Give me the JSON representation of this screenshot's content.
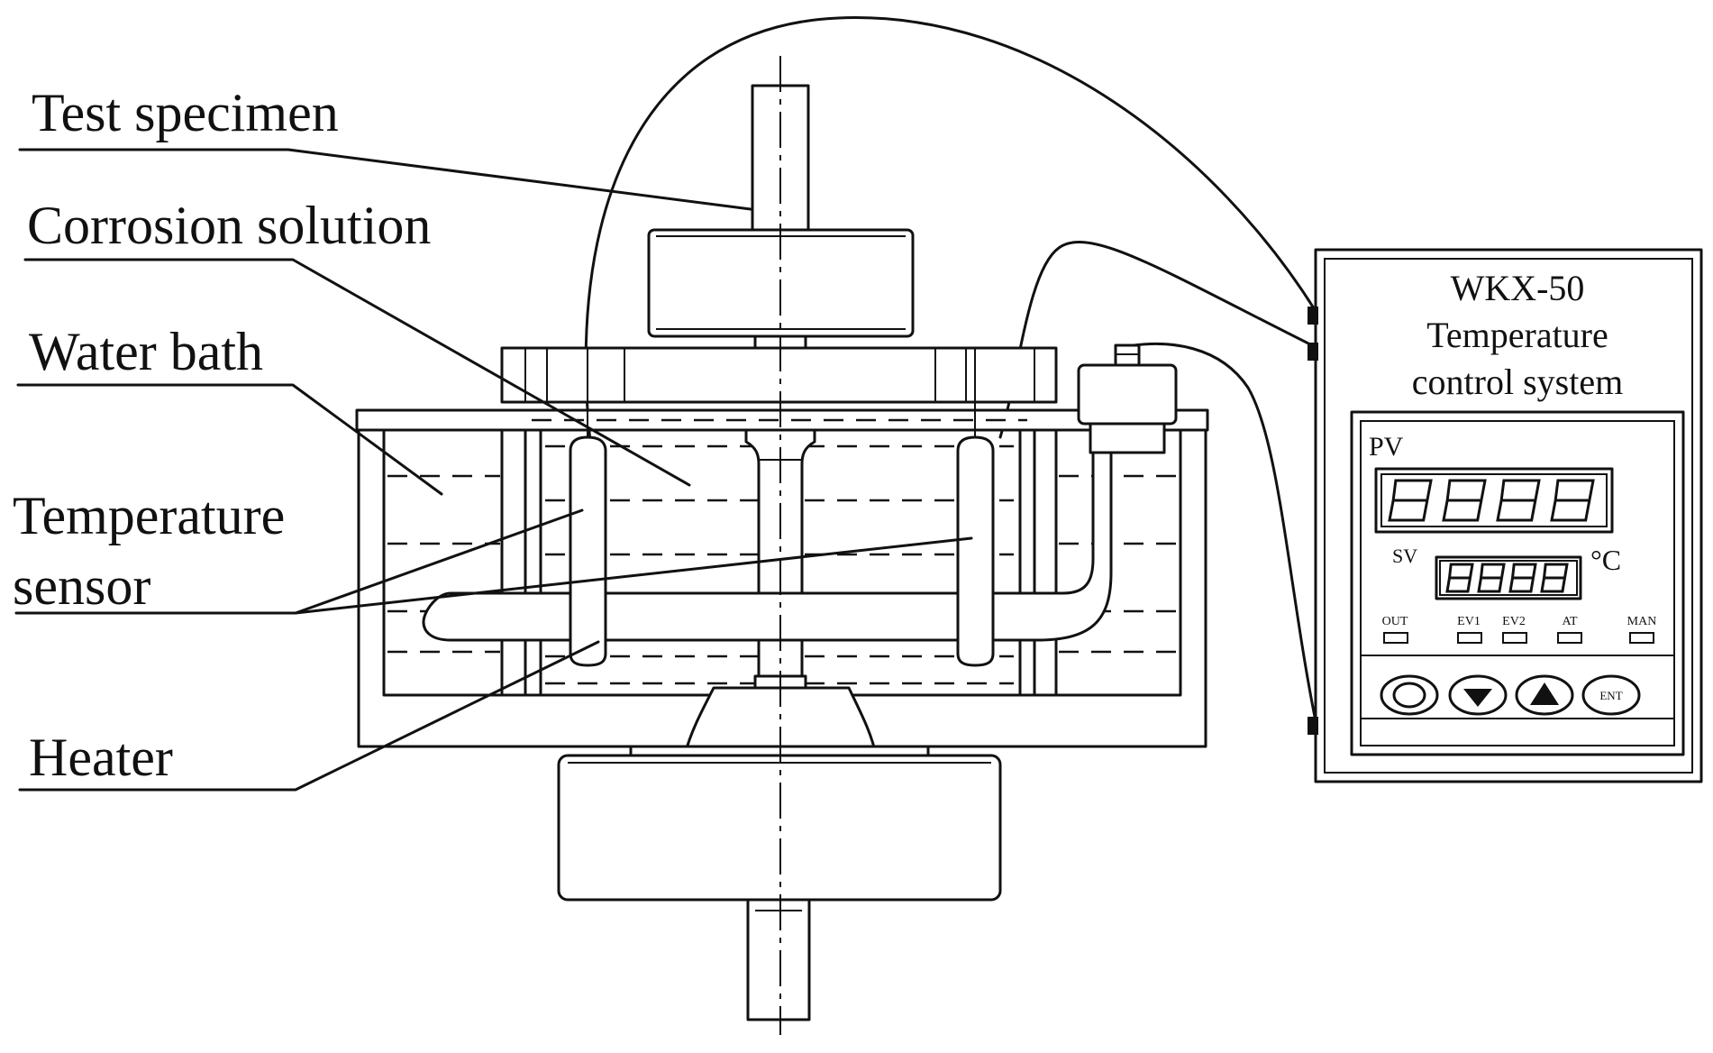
{
  "labels": {
    "test_specimen": "Test specimen",
    "corrosion_solution": "Corrosion solution",
    "water_bath": "Water bath",
    "temperature_sensor_line1": "Temperature",
    "temperature_sensor_line2": "sensor",
    "heater": "Heater"
  },
  "controller": {
    "model": "WKX-50",
    "title_line1": "Temperature",
    "title_line2": "control system",
    "pv_label": "PV",
    "sv_label": "SV",
    "unit": "°C",
    "indicators": [
      "OUT",
      "EV1",
      "EV2",
      "AT",
      "MAN"
    ],
    "button_labels": {
      "enter": "ENT"
    },
    "icons": [
      "circle-button-icon",
      "down-triangle-icon",
      "up-triangle-icon",
      "enter-button-icon"
    ]
  },
  "colors": {
    "line": "#111111",
    "background": "#ffffff"
  }
}
